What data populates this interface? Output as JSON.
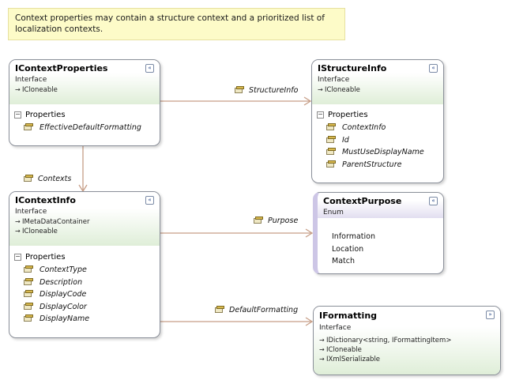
{
  "note": "Context properties may contain a structure context and a prioritized list of localization contexts.",
  "shapes": {
    "icontextproperties": {
      "title": "IContextProperties",
      "kind": "Interface",
      "bases": [
        "ICloneable"
      ],
      "section": "Properties",
      "members": [
        "EffectiveDefaultFormatting"
      ],
      "collapse_glyph": "«"
    },
    "istructureinfo": {
      "title": "IStructureInfo",
      "kind": "Interface",
      "bases": [
        "ICloneable"
      ],
      "section": "Properties",
      "members": [
        "ContextInfo",
        "Id",
        "MustUseDisplayName",
        "ParentStructure"
      ],
      "collapse_glyph": "«"
    },
    "icontextinfo": {
      "title": "IContextInfo",
      "kind": "Interface",
      "bases": [
        "IMetaDataContainer",
        "ICloneable"
      ],
      "section": "Properties",
      "members": [
        "ContextType",
        "Description",
        "DisplayCode",
        "DisplayColor",
        "DisplayName"
      ],
      "collapse_glyph": "«"
    },
    "contextpurpose": {
      "title": "ContextPurpose",
      "kind": "Enum",
      "values": [
        "Information",
        "Location",
        "Match"
      ],
      "collapse_glyph": "«"
    },
    "iformatting": {
      "title": "IFormatting",
      "kind": "Interface",
      "bases": [
        "IDictionary<string, IFormattingItem>",
        "ICloneable",
        "IXmlSerializable"
      ],
      "collapse_glyph": "»"
    }
  },
  "associations": {
    "structure_info": "StructureInfo",
    "contexts": "Contexts",
    "purpose": "Purpose",
    "default_formatting": "DefaultFormatting"
  },
  "icons": {
    "base_arrow": "→",
    "section_toggle": "−"
  },
  "colors": {
    "connector": "#c79e87",
    "interface_gradient": "#dfeed8",
    "enum_gradient": "#e2def0",
    "note_fill": "#fdfbc8"
  }
}
